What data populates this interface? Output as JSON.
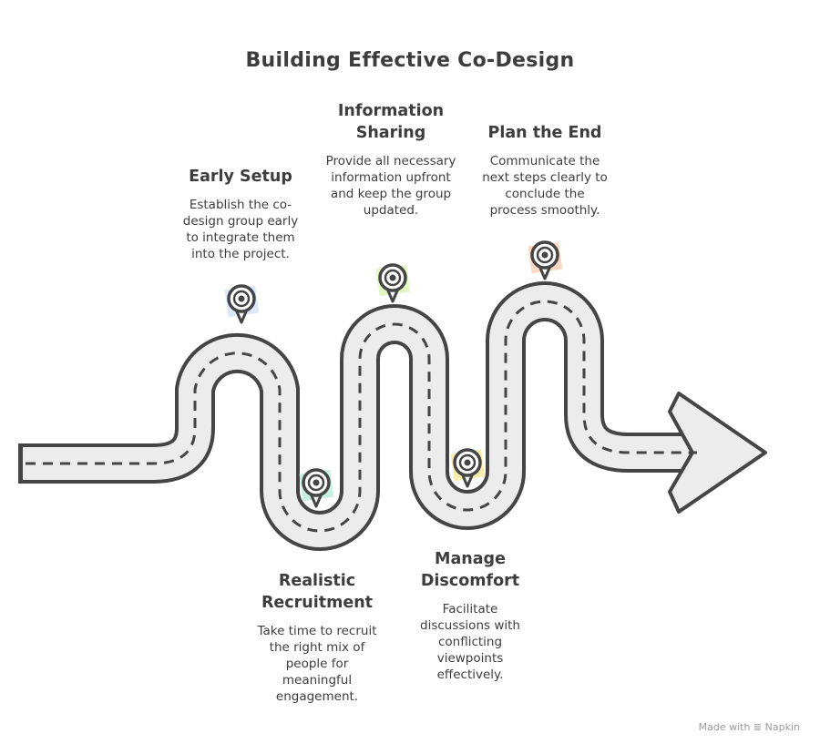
{
  "title": "Building Effective Co-Design",
  "steps": [
    {
      "title": "Early Setup",
      "description": "Establish the co-design group early to integrate them into the project.",
      "pin_color": "#dde7fb"
    },
    {
      "title": "Realistic Recruitment",
      "description": "Take time to recruit the right mix of people for meaningful engagement.",
      "pin_color": "#c8f0e0"
    },
    {
      "title": "Information Sharing",
      "description": "Provide all necessary information upfront and keep the group updated.",
      "pin_color": "#e2f7c4"
    },
    {
      "title": "Manage Discomfort",
      "description": "Facilitate discussions with conflicting viewpoints effectively.",
      "pin_color": "#fbedb0"
    },
    {
      "title": "Plan the End",
      "description": "Communicate the next steps clearly to conclude the process smoothly.",
      "pin_color": "#f9d9c6"
    }
  ],
  "watermark": "Made with ≣ Napkin"
}
